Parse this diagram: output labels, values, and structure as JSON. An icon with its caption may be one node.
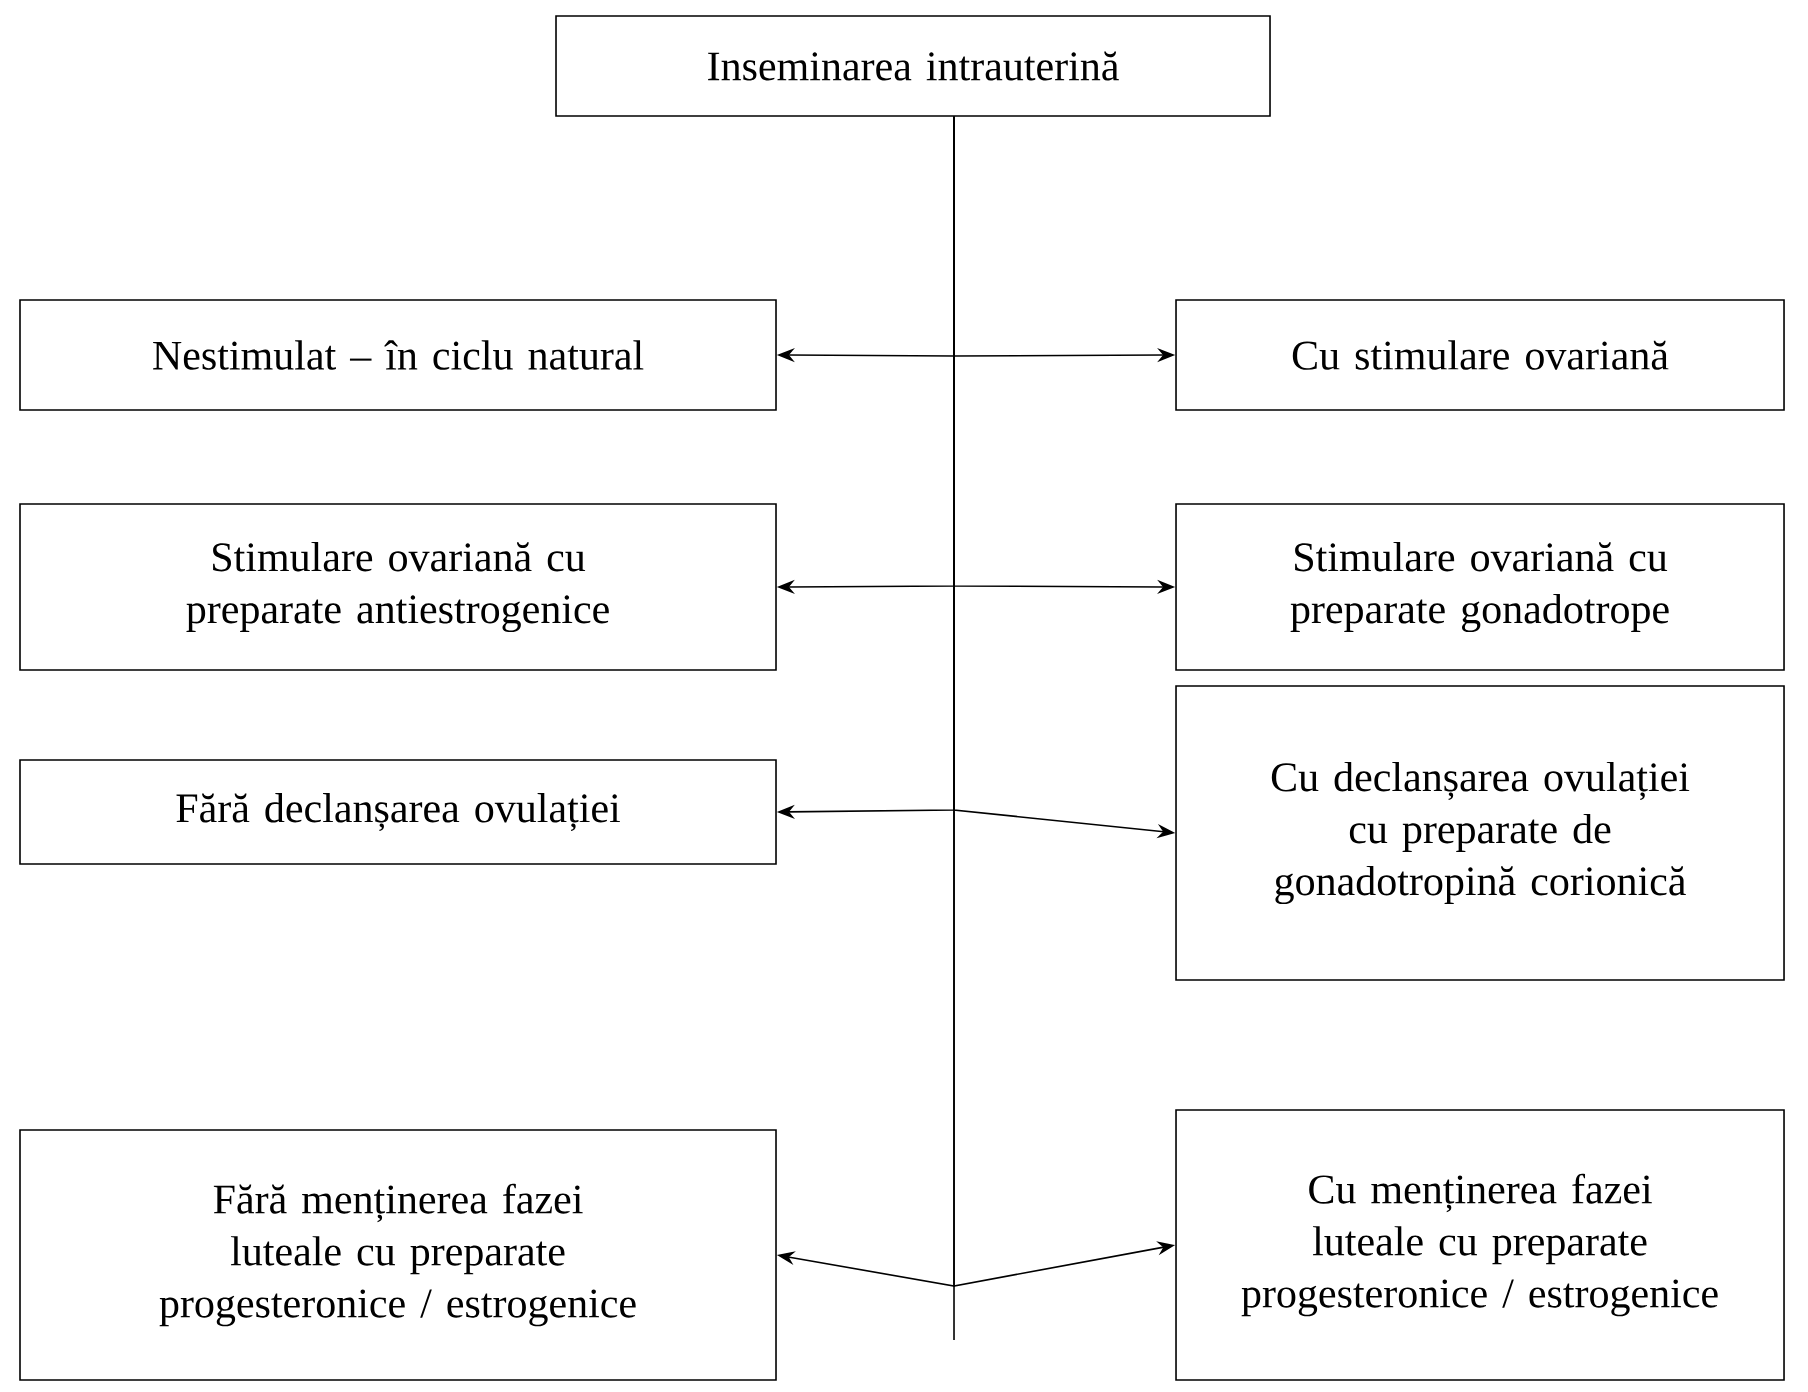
{
  "diagram": {
    "nodes": [
      {
        "text": [
          "Inseminarea intrauterină"
        ]
      },
      {
        "text": [
          "Nestimulat – în ciclu natural"
        ]
      },
      {
        "text": [
          "Cu stimulare ovariană"
        ]
      },
      {
        "text": [
          "Stimulare ovariană cu preparate antiestrogenice"
        ]
      },
      {
        "text": [
          "Stimulare ovariană cu preparate gonadotrope"
        ]
      },
      {
        "text": [
          "Fără declanșarea ovulației"
        ]
      },
      {
        "text": [
          "Cu declanșarea ovulației cu preparate de gonadotropină corionică"
        ]
      },
      {
        "text": [
          "Fără menținerea fazei luteale cu preparate progesteronice / estrogenice"
        ]
      },
      {
        "text": [
          "Cu menținerea fazei luteale cu preparate progesteronice / estrogenice"
        ]
      }
    ],
    "edges": [
      {
        "from": 0,
        "to": 1,
        "arrow": "to"
      },
      {
        "from": 0,
        "to": 2,
        "arrow": "to"
      },
      {
        "from": 0,
        "to": 3,
        "arrow": "to"
      },
      {
        "from": 0,
        "to": 4,
        "arrow": "to"
      },
      {
        "from": 0,
        "to": 5,
        "arrow": "to"
      },
      {
        "from": 0,
        "to": 6,
        "arrow": "to"
      },
      {
        "from": 0,
        "to": 7,
        "arrow": "to"
      },
      {
        "from": 0,
        "to": 8,
        "arrow": "to"
      }
    ]
  }
}
